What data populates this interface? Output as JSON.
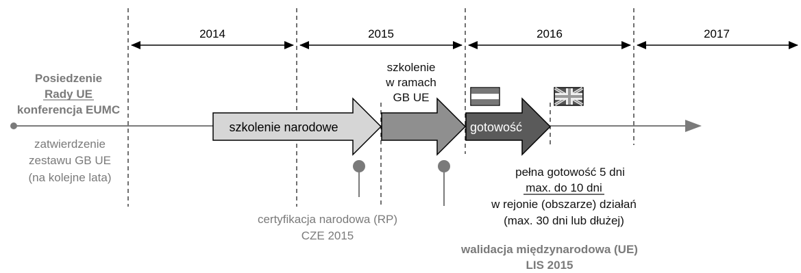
{
  "years": [
    "2014",
    "2015",
    "2016",
    "2017"
  ],
  "left_block": {
    "line1": "Posiedzenie",
    "line2": "Rady UE",
    "line3": "konferencja EUMC",
    "approval": [
      "zatwierdzenie",
      "zestawu GB UE",
      "(na kolejne lata)"
    ]
  },
  "arrows": {
    "national": "szkolenie narodowe",
    "training_gb": [
      "szkolenie",
      "w ramach",
      "GB UE"
    ],
    "readiness": "gotowość"
  },
  "certification": [
    "certyfikacja narodowa (RP)",
    "CZE 2015"
  ],
  "validation": [
    "walidacja międzynarodowa (UE)",
    "LIS 2015"
  ],
  "readiness_notes": [
    "pełna gotowość 5 dni",
    "max. do 10 dni",
    "w rejonie (obszarze) działań",
    "(max. 30 dni lub dłużej)"
  ],
  "colors": {
    "timeline": "#7a7a7a",
    "arrow_national": "#d6d6d6",
    "arrow_gb": "#8f8f8f",
    "arrow_ready": "#5a5a5a",
    "grey_text": "#7a7a7a"
  },
  "flags": [
    "austria-flag-icon",
    "uk-flag-icon"
  ]
}
